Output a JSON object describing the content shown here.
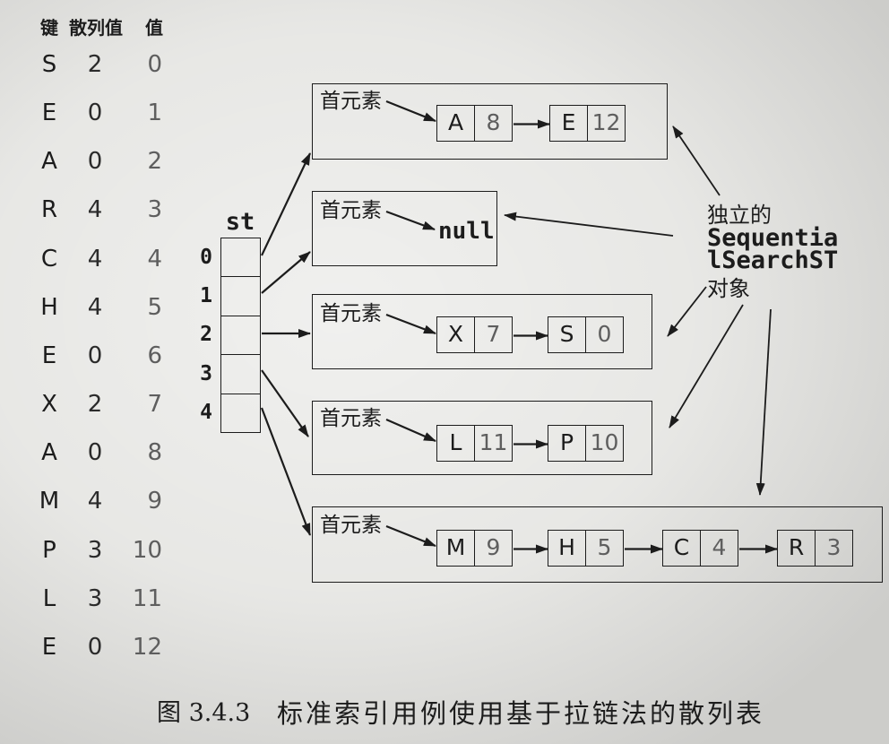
{
  "table": {
    "headers": {
      "key": "键",
      "hash": "散列值",
      "value": "值"
    },
    "rows": [
      {
        "key": "S",
        "hash": "2",
        "value": "0"
      },
      {
        "key": "E",
        "hash": "0",
        "value": "1"
      },
      {
        "key": "A",
        "hash": "0",
        "value": "2"
      },
      {
        "key": "R",
        "hash": "4",
        "value": "3"
      },
      {
        "key": "C",
        "hash": "4",
        "value": "4"
      },
      {
        "key": "H",
        "hash": "4",
        "value": "5"
      },
      {
        "key": "E",
        "hash": "0",
        "value": "6"
      },
      {
        "key": "X",
        "hash": "2",
        "value": "7"
      },
      {
        "key": "A",
        "hash": "0",
        "value": "8"
      },
      {
        "key": "M",
        "hash": "4",
        "value": "9"
      },
      {
        "key": "P",
        "hash": "3",
        "value": "10"
      },
      {
        "key": "L",
        "hash": "3",
        "value": "11"
      },
      {
        "key": "E",
        "hash": "0",
        "value": "12"
      }
    ]
  },
  "array": {
    "label": "st",
    "indices": [
      "0",
      "1",
      "2",
      "3",
      "4"
    ]
  },
  "chains": [
    {
      "first_label": "首元素",
      "nodes": [
        {
          "key": "A",
          "value": "8"
        },
        {
          "key": "E",
          "value": "12"
        }
      ]
    },
    {
      "first_label": "首元素",
      "null_label": "null",
      "nodes": []
    },
    {
      "first_label": "首元素",
      "nodes": [
        {
          "key": "X",
          "value": "7"
        },
        {
          "key": "S",
          "value": "0"
        }
      ]
    },
    {
      "first_label": "首元素",
      "nodes": [
        {
          "key": "L",
          "value": "11"
        },
        {
          "key": "P",
          "value": "10"
        }
      ]
    },
    {
      "first_label": "首元素",
      "nodes": [
        {
          "key": "M",
          "value": "9"
        },
        {
          "key": "H",
          "value": "5"
        },
        {
          "key": "C",
          "value": "4"
        },
        {
          "key": "R",
          "value": "3"
        }
      ]
    }
  ],
  "annotation": {
    "lines": [
      "独立的",
      "Sequentia",
      "lSearchST",
      "对象"
    ]
  },
  "caption": {
    "figure_number": "图 3.4.3",
    "title": "标准索引用例使用基于拉链法的散列表"
  },
  "colors": {
    "ink": "#1c1c1c",
    "value_ink": "#5e5e5e",
    "paper": "#e4e4e1"
  }
}
